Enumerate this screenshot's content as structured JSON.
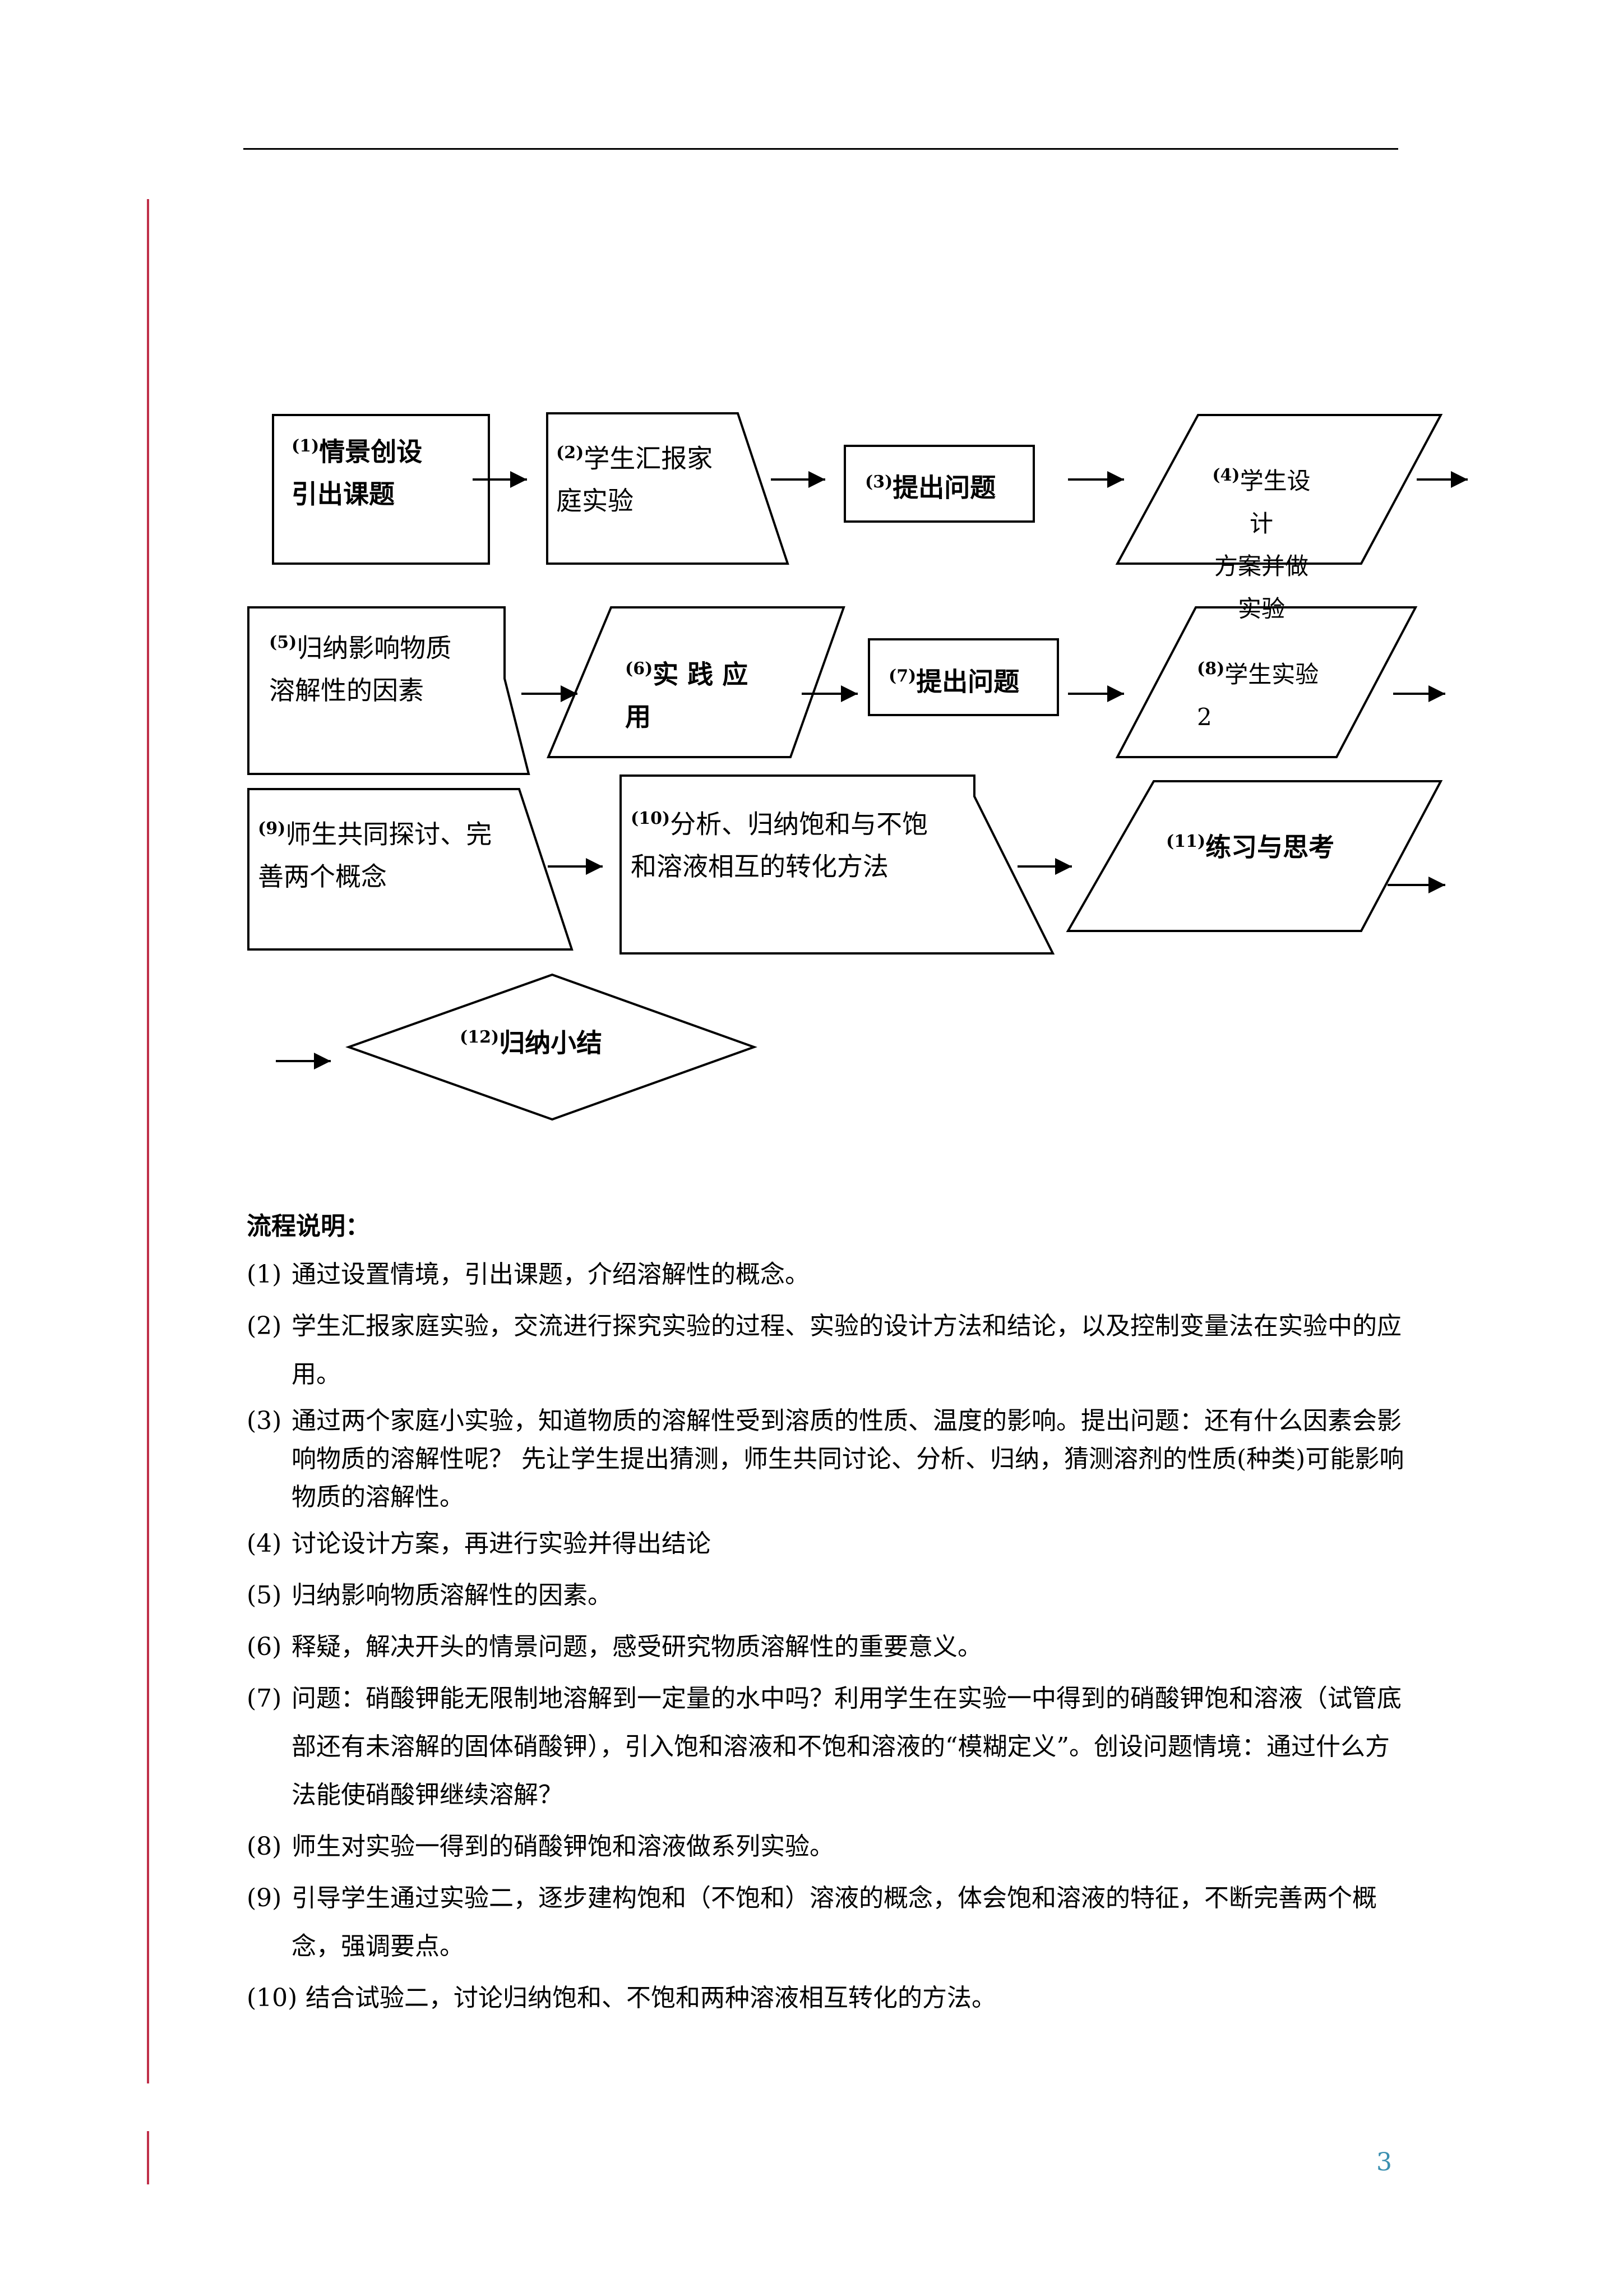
{
  "flow": {
    "nodes": [
      {
        "num": "(1)",
        "text": "情景创设\n引出课题"
      },
      {
        "num": "(2)",
        "text": "学生汇报家\n庭实验"
      },
      {
        "num": "(3)",
        "text": "提出问题"
      },
      {
        "num": "(4)",
        "text": "学生设计\n方案并做实验"
      },
      {
        "num": "(5)",
        "text": "归纳影响物质\n溶解性的因素"
      },
      {
        "num": "(6)",
        "text": "实 践 应\n用"
      },
      {
        "num": "(7)",
        "text": "提出问题"
      },
      {
        "num": "(8)",
        "text": "学生实验\n2"
      },
      {
        "num": "(9)",
        "text": "师生共同探讨、完\n善两个概念"
      },
      {
        "num": "(10)",
        "text": "分析、归纳饱和与不饱\n和溶液相互的转化方法"
      },
      {
        "num": "(11)",
        "text": "练习与思考"
      },
      {
        "num": "(12)",
        "text": "归纳小结"
      }
    ]
  },
  "notes": {
    "title": "流程说明：",
    "items": [
      {
        "n": "(1)",
        "text": "通过设置情境，引出课题，介绍溶解性的概念。"
      },
      {
        "n": "(2)",
        "text": "学生汇报家庭实验，交流进行探究实验的过程、实验的设计方法和结论，以及控制变量法在实验中的应用。"
      },
      {
        "n": "(3)",
        "text": "通过两个家庭小实验，知道物质的溶解性受到溶质的性质、温度的影响。提出问题：还有什么因素会影响物质的溶解性呢？ 先让学生提出猜测，师生共同讨论、分析、归纳，猜测溶剂的性质(种类)可能影响物质的溶解性。"
      },
      {
        "n": "(4)",
        "text": "讨论设计方案，再进行实验并得出结论"
      },
      {
        "n": "(5)",
        "text": "归纳影响物质溶解性的因素。"
      },
      {
        "n": "(6)",
        "text": "释疑，解决开头的情景问题，感受研究物质溶解性的重要意义。"
      },
      {
        "n": "(7)",
        "text": "问题：硝酸钾能无限制地溶解到一定量的水中吗？利用学生在实验一中得到的硝酸钾饱和溶液（试管底部还有未溶解的固体硝酸钾），引入饱和溶液和不饱和溶液的“模糊定义”。创设问题情境：通过什么方法能使硝酸钾继续溶解？"
      },
      {
        "n": "(8)",
        "text": "师生对实验一得到的硝酸钾饱和溶液做系列实验。"
      },
      {
        "n": "(9)",
        "text": "引导学生通过实验二，逐步建构饱和（不饱和）溶液的概念，体会饱和溶液的特征，不断完善两个概念，强调要点。"
      },
      {
        "n": "(10)",
        "text": "结合试验二，讨论归纳饱和、不饱和两种溶液相互转化的方法。"
      }
    ]
  },
  "page_number": "3"
}
